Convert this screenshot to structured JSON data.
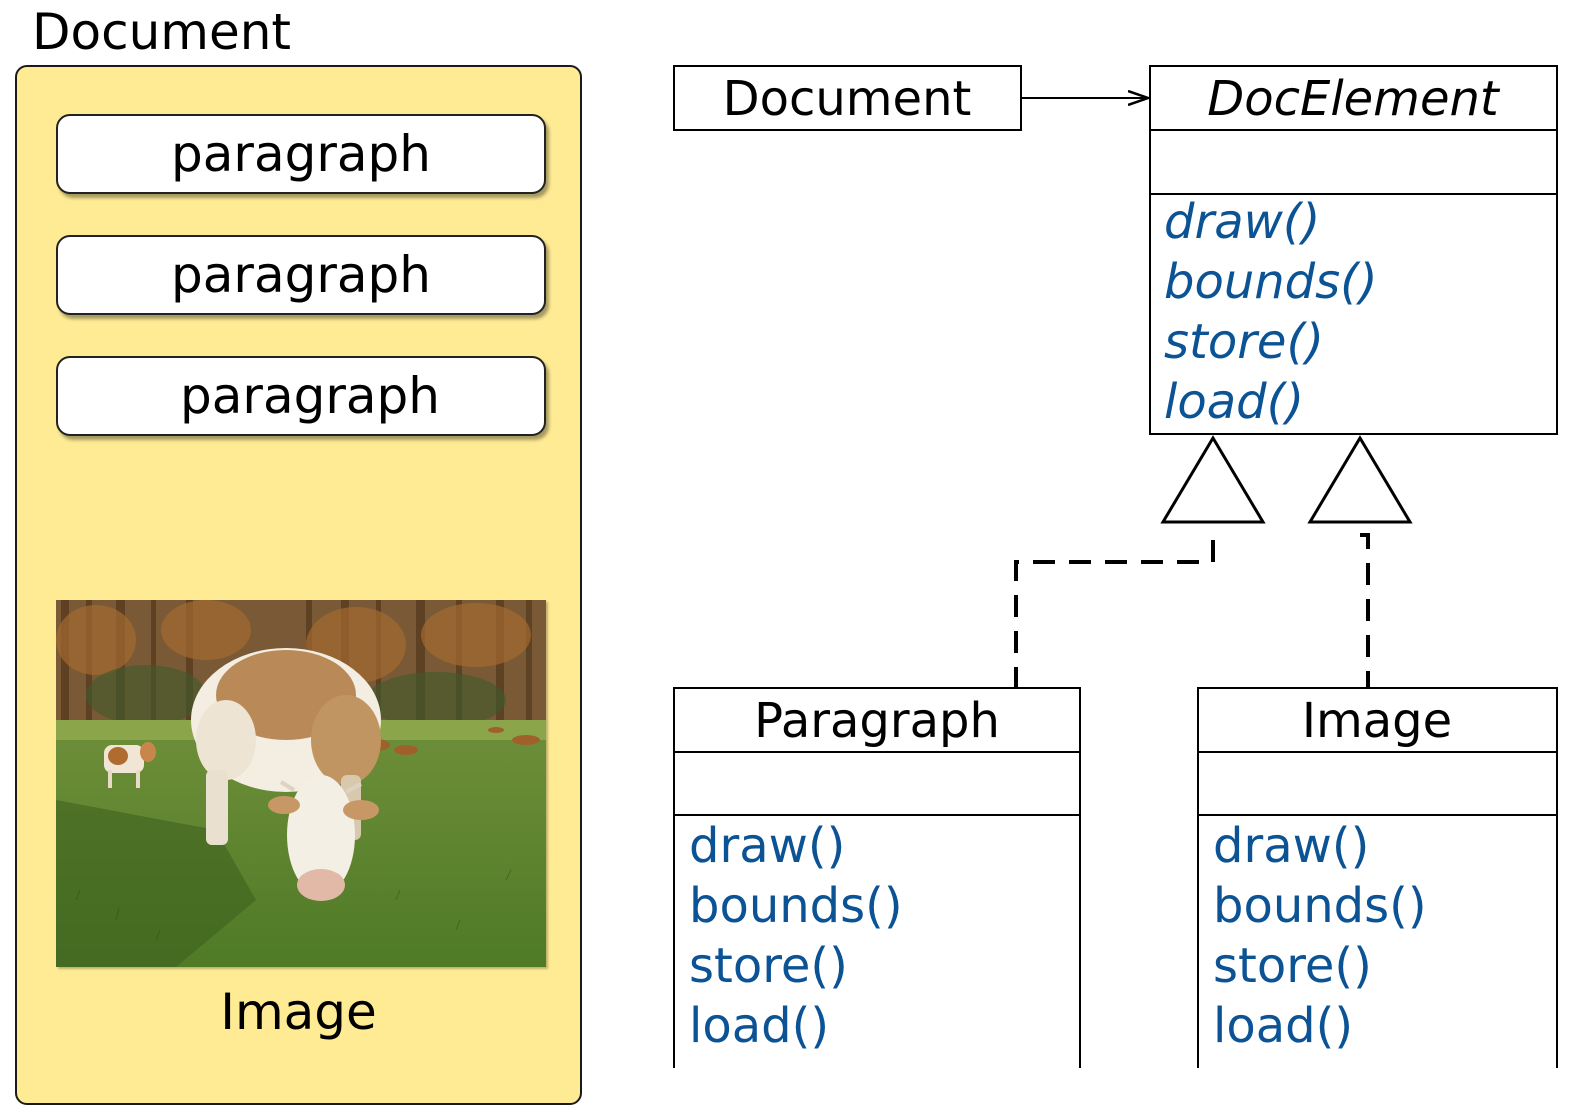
{
  "mockup": {
    "title": "Document",
    "paragraphs": [
      "paragraph",
      "paragraph",
      "paragraph"
    ],
    "image_caption": "Image"
  },
  "uml": {
    "document_class": "Document",
    "abstract_class": {
      "name": "DocElement",
      "methods": [
        "draw()",
        "bounds()",
        "store()",
        "load()"
      ]
    },
    "paragraph_class": {
      "name": "Paragraph",
      "methods": [
        "draw()",
        "bounds()",
        "store()",
        "load()"
      ]
    },
    "image_class": {
      "name": "Image",
      "methods": [
        "draw()",
        "bounds()",
        "store()",
        "load()"
      ]
    }
  },
  "colors": {
    "panel_fill": "#feeb93",
    "method_text": "#0b5394",
    "line": "#000000"
  },
  "icons": [
    "arrow-head-icon",
    "inheritance-triangle-icon"
  ]
}
